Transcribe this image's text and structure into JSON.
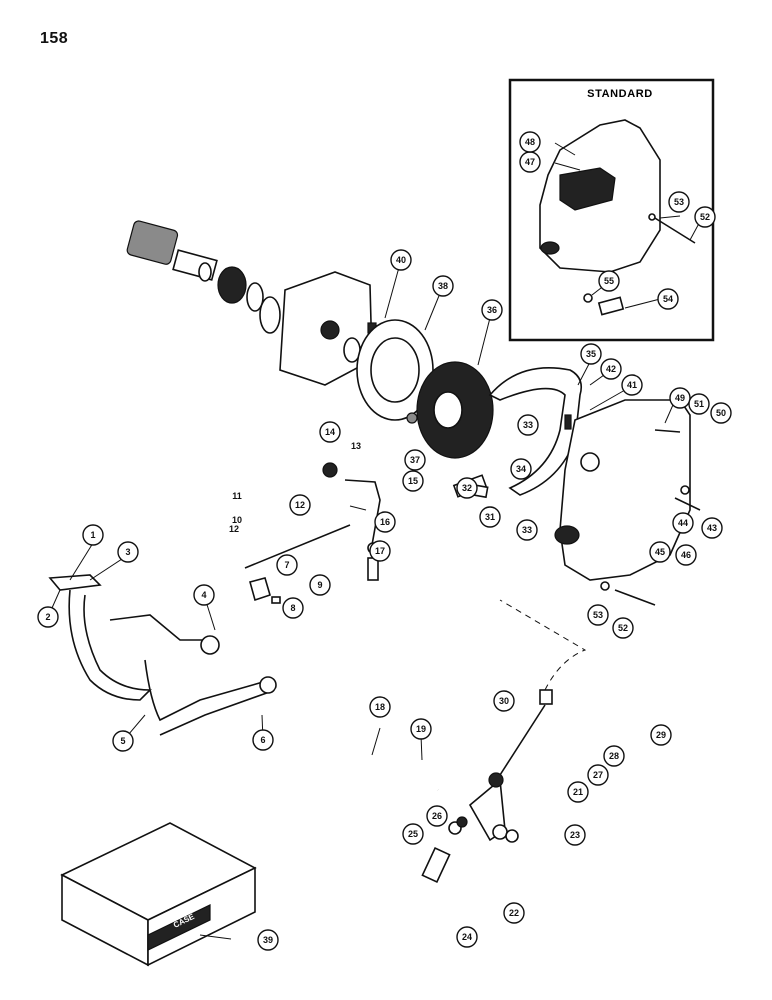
{
  "page_number": "158",
  "inset": {
    "title": "STANDARD"
  },
  "box_brand": "CASE",
  "callouts": [
    {
      "id": "1",
      "name": "callout-1"
    },
    {
      "id": "2",
      "name": "callout-2"
    },
    {
      "id": "3",
      "name": "callout-3"
    },
    {
      "id": "4",
      "name": "callout-4"
    },
    {
      "id": "5",
      "name": "callout-5"
    },
    {
      "id": "6",
      "name": "callout-6"
    },
    {
      "id": "7",
      "name": "callout-7"
    },
    {
      "id": "8",
      "name": "callout-8"
    },
    {
      "id": "9",
      "name": "callout-9"
    },
    {
      "id": "10",
      "name": "label-10"
    },
    {
      "id": "11",
      "name": "label-11"
    },
    {
      "id": "12",
      "name": "label-12a"
    },
    {
      "id": "12",
      "name": "label-12b"
    },
    {
      "id": "13",
      "name": "label-13"
    },
    {
      "id": "14",
      "name": "callout-14"
    },
    {
      "id": "15",
      "name": "callout-15"
    },
    {
      "id": "16",
      "name": "callout-16"
    },
    {
      "id": "17",
      "name": "callout-17"
    },
    {
      "id": "18",
      "name": "callout-18"
    },
    {
      "id": "19",
      "name": "callout-19"
    },
    {
      "id": "21",
      "name": "callout-21"
    },
    {
      "id": "22",
      "name": "callout-22"
    },
    {
      "id": "23",
      "name": "callout-23"
    },
    {
      "id": "24",
      "name": "callout-24"
    },
    {
      "id": "25",
      "name": "callout-25"
    },
    {
      "id": "26",
      "name": "callout-26"
    },
    {
      "id": "27",
      "name": "callout-27"
    },
    {
      "id": "28",
      "name": "callout-28"
    },
    {
      "id": "29",
      "name": "callout-29"
    },
    {
      "id": "30",
      "name": "callout-30"
    },
    {
      "id": "31",
      "name": "callout-31"
    },
    {
      "id": "32",
      "name": "callout-32"
    },
    {
      "id": "33",
      "name": "callout-33a"
    },
    {
      "id": "33",
      "name": "callout-33b"
    },
    {
      "id": "34",
      "name": "callout-34"
    },
    {
      "id": "35",
      "name": "callout-35"
    },
    {
      "id": "36",
      "name": "callout-36"
    },
    {
      "id": "37",
      "name": "callout-37"
    },
    {
      "id": "38",
      "name": "callout-38"
    },
    {
      "id": "39",
      "name": "callout-39"
    },
    {
      "id": "40",
      "name": "callout-40"
    },
    {
      "id": "41",
      "name": "callout-41"
    },
    {
      "id": "42",
      "name": "callout-42"
    },
    {
      "id": "43",
      "name": "callout-43"
    },
    {
      "id": "44",
      "name": "callout-44"
    },
    {
      "id": "45",
      "name": "callout-45"
    },
    {
      "id": "46",
      "name": "callout-46"
    },
    {
      "id": "47",
      "name": "callout-47"
    },
    {
      "id": "48",
      "name": "callout-48"
    },
    {
      "id": "49",
      "name": "callout-49"
    },
    {
      "id": "50",
      "name": "callout-50"
    },
    {
      "id": "51",
      "name": "callout-51"
    },
    {
      "id": "52",
      "name": "callout-52a"
    },
    {
      "id": "52",
      "name": "callout-52b"
    },
    {
      "id": "53",
      "name": "callout-53a"
    },
    {
      "id": "53",
      "name": "callout-53b"
    },
    {
      "id": "54",
      "name": "callout-54"
    },
    {
      "id": "55",
      "name": "callout-55"
    }
  ]
}
